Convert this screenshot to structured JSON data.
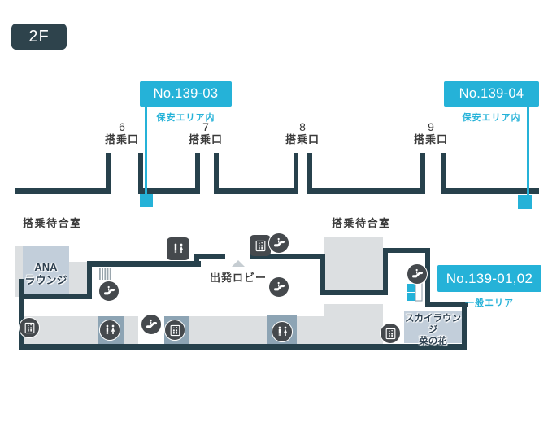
{
  "floor_badge": "2F",
  "signs": [
    {
      "label": "No.139-03",
      "area": "保安エリア内"
    },
    {
      "label": "No.139-04",
      "area": "保安エリア内"
    },
    {
      "label": "No.139-01,02",
      "area": "一般エリア"
    }
  ],
  "gates": [
    {
      "number": "6",
      "label": "搭乗口"
    },
    {
      "number": "7",
      "label": "搭乗口"
    },
    {
      "number": "8",
      "label": "搭乗口"
    },
    {
      "number": "9",
      "label": "搭乗口"
    }
  ],
  "areas": {
    "waiting_room_left": "搭乗待合室",
    "waiting_room_right": "搭乗待合室",
    "ana_line1": "ANA",
    "ana_line2": "ラウンジ",
    "departure_lobby": "出発ロビー",
    "sky_lounge_line1": "スカイラウンジ",
    "sky_lounge_line2": "菜の花"
  },
  "icons": {
    "restroom": "restroom-icon",
    "escalator": "escalator-icon",
    "elevator": "elevator-icon",
    "stairs": "stairs-icon",
    "sign_location": "sign-location-marker"
  },
  "colors": {
    "accent": "#25b2d8",
    "wall": "#27414c",
    "floor_badge_bg": "#2e434c",
    "area_light": "#dcdfe1",
    "area_blue": "#c2ceda",
    "icon_dark": "#45494d",
    "icon_square_bg": "#8da4b4"
  }
}
